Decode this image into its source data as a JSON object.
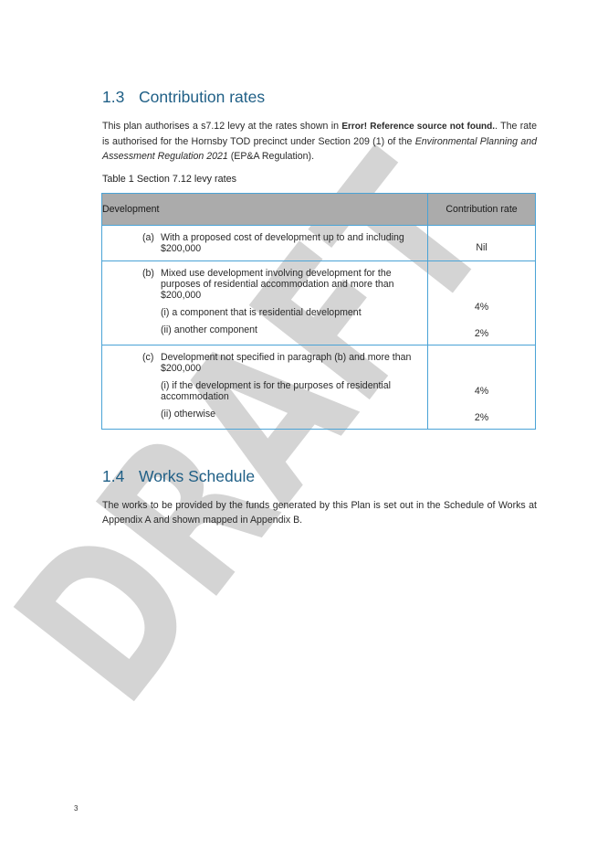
{
  "watermark": {
    "text": "DRAFT",
    "color": "#d4d4d4"
  },
  "section_13": {
    "number": "1.3",
    "title": "Contribution rates",
    "para_part1": "This plan authorises a s7.12 levy at the rates shown in ",
    "para_error": "Error! Reference source not found.",
    "para_part2": ". The rate is authorised for the Hornsby TOD precinct under Section 209 (1) of the ",
    "para_italic": "Environmental Planning and Assessment Regulation 2021",
    "para_part3": " (EP&A Regulation)."
  },
  "table": {
    "caption": "Table 1 Section 7.12 levy rates",
    "headers": [
      "Development",
      "Contribution rate"
    ],
    "rows": [
      {
        "label": "(a)",
        "description": "With a proposed cost of development up to and including $200,000",
        "rate": "Nil"
      },
      {
        "label": "(b)",
        "description": "Mixed use development involving development for the purposes of residential accommodation and more than $200,000",
        "sub1": "(i) a component that is residential development",
        "sub2": "(ii) another component",
        "rate1": "4%",
        "rate2": "2%"
      },
      {
        "label": "(c)",
        "description": "Development not specified in paragraph (b) and more than $200,000",
        "sub1": "(i) if the development is for the purposes of residential accommodation",
        "sub2": "(ii) otherwise",
        "rate1": "4%",
        "rate2": "2%"
      }
    ]
  },
  "section_14": {
    "number": "1.4",
    "title": "Works Schedule",
    "paragraph": "The works to be provided by the funds generated by this Plan is set out in the Schedule of Works at Appendix A and shown mapped in Appendix B."
  },
  "page_number": "3",
  "colors": {
    "heading": "#1f5f86",
    "table_border": "#4aa3d6",
    "table_header_bg": "#ababab"
  }
}
